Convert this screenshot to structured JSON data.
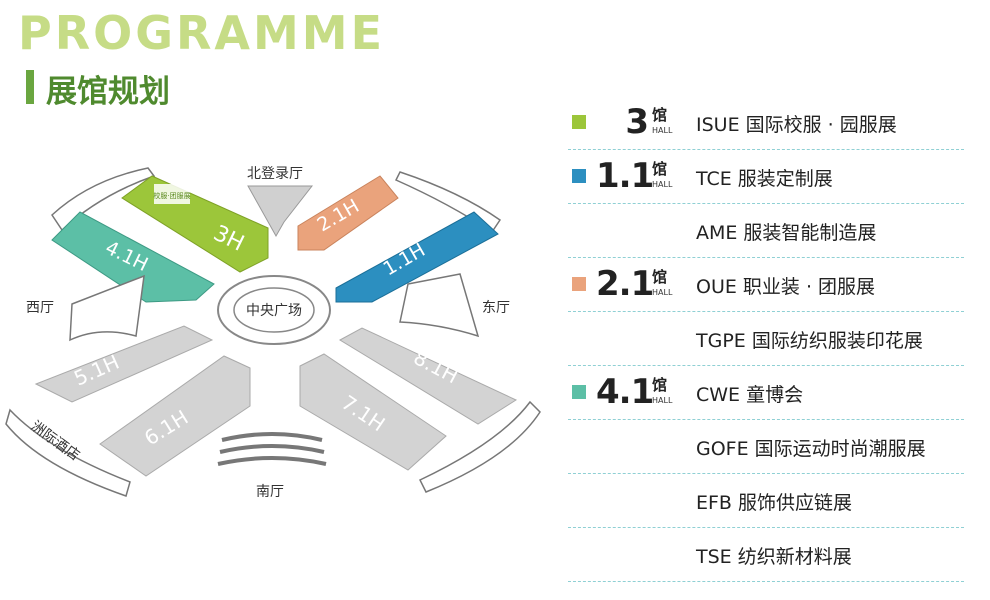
{
  "header": {
    "title_en": "PROGRAMME",
    "title_cn": "展馆规划"
  },
  "map": {
    "north_hall": "北登录厅",
    "south_hall": "南厅",
    "west_hall": "西厅",
    "east_hall": "东厅",
    "center_plaza": "中央广场",
    "hotel": "洲际酒店",
    "logo_text": "校服·团服展",
    "halls": {
      "h3": "3H",
      "h41": "4.1H",
      "h21": "2.1H",
      "h11": "1.1H",
      "h51": "5.1H",
      "h61": "6.1H",
      "h71": "7.1H",
      "h81": "8.1H"
    }
  },
  "colors": {
    "green": "#9cc63a",
    "teal": "#5cbfa6",
    "orange": "#eaa37c",
    "blue": "#2c8fc0",
    "gray": "#d3d3d3"
  },
  "legend": {
    "hall_label": "HALL",
    "guan": "馆",
    "rows": [
      {
        "number": "3",
        "exhibition": "ISUE 国际校服 · 园服展",
        "color": "#9cc63a"
      },
      {
        "number": "1.1",
        "exhibition": "TCE 服装定制展",
        "color": "#2c8fc0"
      },
      {
        "number": "",
        "exhibition": "AME 服装智能制造展",
        "color": ""
      },
      {
        "number": "2.1",
        "exhibition": "OUE 职业装 · 团服展",
        "color": "#eaa37c"
      },
      {
        "number": "",
        "exhibition": "TGPE 国际纺织服装印花展",
        "color": ""
      },
      {
        "number": "4.1",
        "exhibition": "CWE 童博会",
        "color": "#5cbfa6"
      },
      {
        "number": "",
        "exhibition": "GOFE 国际运动时尚潮服展",
        "color": ""
      },
      {
        "number": "",
        "exhibition": "EFB 服饰供应链展",
        "color": ""
      },
      {
        "number": "",
        "exhibition": "TSE 纺织新材料展",
        "color": ""
      }
    ]
  }
}
